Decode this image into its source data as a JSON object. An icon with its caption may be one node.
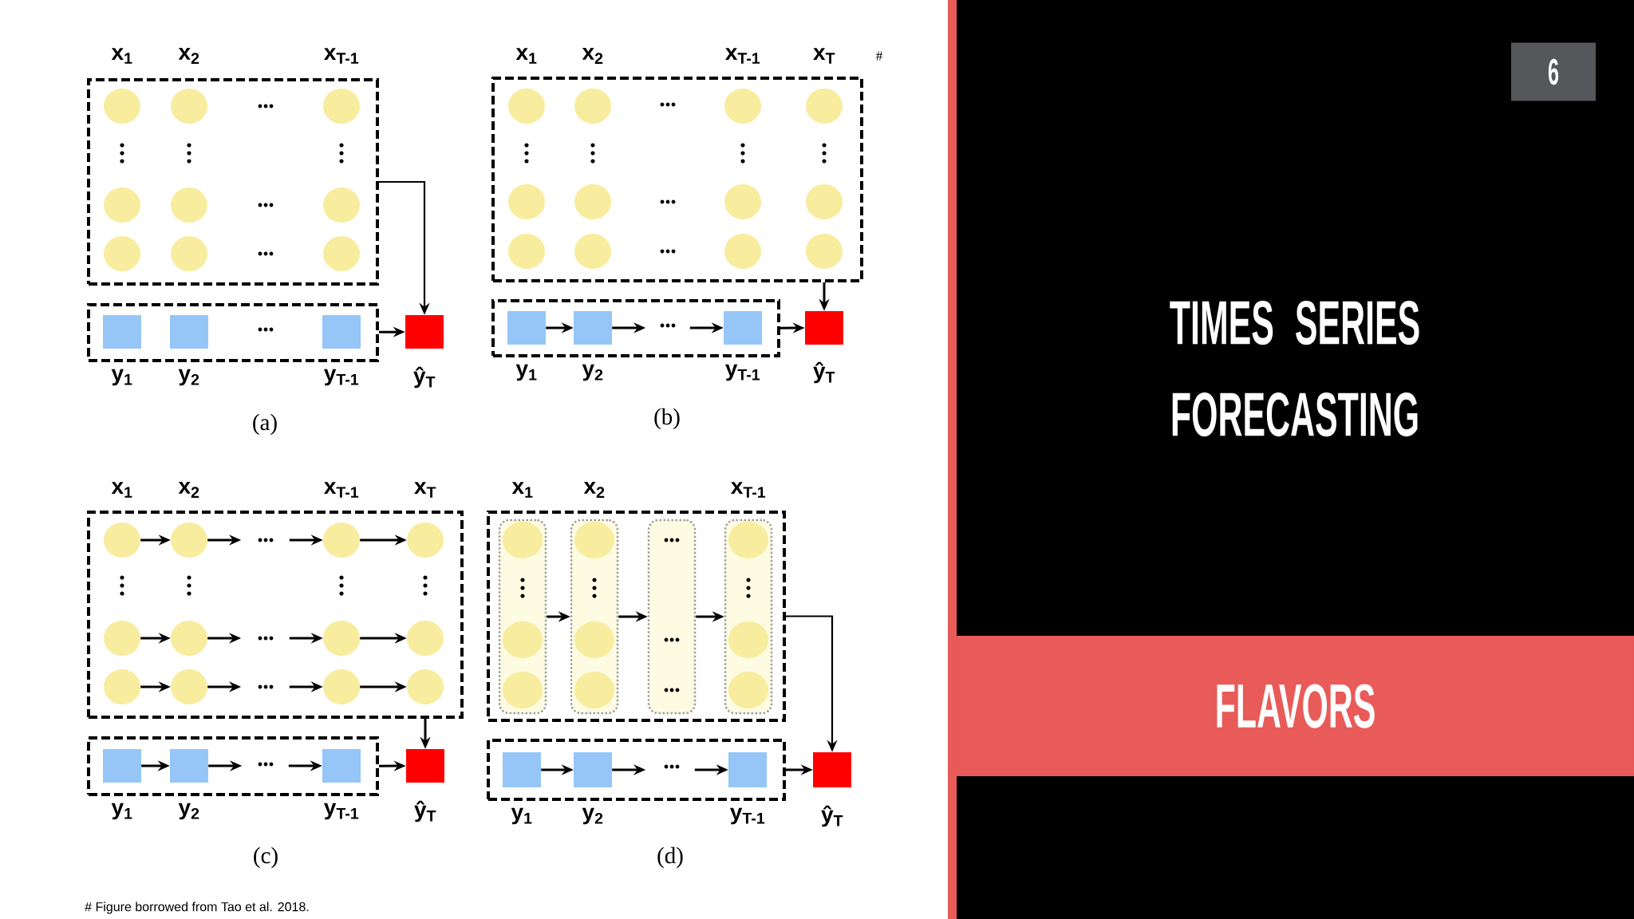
{
  "diagram": {
    "title": "TIMES SERIES FORECASTING",
    "nodes": [
      {
        "text": [],
        "shape": "box"
      },
      {
        "text": [],
        "shape": "circle",
        "in": 0
      },
      {
        "text": [],
        "shape": "circle",
        "in": 0
      },
      {
        "text": [],
        "shape": "circle",
        "in": 0
      },
      {
        "text": [],
        "shape": "circle",
        "in": 0
      },
      {
        "text": [],
        "shape": "circle",
        "in": 0
      },
      {
        "text": [],
        "shape": "circle",
        "in": 0
      },
      {
        "text": [],
        "shape": "circle",
        "in": 0
      },
      {
        "text": [],
        "shape": "circle",
        "in": 0
      },
      {
        "text": [],
        "shape": "circle",
        "in": 0
      },
      {
        "text": [],
        "shape": "box"
      },
      {
        "text": [],
        "shape": "box",
        "in": 10
      },
      {
        "text": [],
        "shape": "box",
        "in": 10
      },
      {
        "text": [],
        "shape": "box",
        "in": 10
      },
      {
        "text": [],
        "shape": "box"
      },
      {
        "text": [],
        "shape": "box"
      },
      {
        "text": [],
        "shape": "circle",
        "in": 15
      },
      {
        "text": [],
        "shape": "circle",
        "in": 15
      },
      {
        "text": [],
        "shape": "circle",
        "in": 15
      },
      {
        "text": [],
        "shape": "circle",
        "in": 15
      },
      {
        "text": [],
        "shape": "circle",
        "in": 15
      },
      {
        "text": [],
        "shape": "circle",
        "in": 15
      },
      {
        "text": [],
        "shape": "circle",
        "in": 15
      },
      {
        "text": [],
        "shape": "circle",
        "in": 15
      },
      {
        "text": [],
        "shape": "circle",
        "in": 15
      },
      {
        "text": [],
        "shape": "circle",
        "in": 15
      },
      {
        "text": [],
        "shape": "circle",
        "in": 15
      },
      {
        "text": [],
        "shape": "circle",
        "in": 15
      },
      {
        "text": [],
        "shape": "box"
      },
      {
        "text": [],
        "shape": "box",
        "in": 28
      },
      {
        "text": [],
        "shape": "box",
        "in": 28
      },
      {
        "text": [],
        "shape": "box",
        "in": 28
      },
      {
        "text": [],
        "shape": "box"
      },
      {
        "text": [],
        "shape": "box"
      },
      {
        "text": [],
        "shape": "circle",
        "in": 33
      },
      {
        "text": [],
        "shape": "circle",
        "in": 33
      },
      {
        "text": [],
        "shape": "circle",
        "in": 33
      },
      {
        "text": [],
        "shape": "circle",
        "in": 33
      },
      {
        "text": [],
        "shape": "circle",
        "in": 33
      },
      {
        "text": [],
        "shape": "circle",
        "in": 33
      },
      {
        "text": [],
        "shape": "circle",
        "in": 33
      },
      {
        "text": [],
        "shape": "circle",
        "in": 33
      },
      {
        "text": [],
        "shape": "circle",
        "in": 33
      },
      {
        "text": [],
        "shape": "circle",
        "in": 33
      },
      {
        "text": [],
        "shape": "circle",
        "in": 33
      },
      {
        "text": [],
        "shape": "circle",
        "in": 33
      },
      {
        "text": [],
        "shape": "box"
      },
      {
        "text": [],
        "shape": "box",
        "in": 46
      },
      {
        "text": [],
        "shape": "box",
        "in": 46
      },
      {
        "text": [],
        "shape": "box",
        "in": 46
      },
      {
        "text": [],
        "shape": "box"
      },
      {
        "text": [],
        "shape": "box"
      },
      {
        "text": [],
        "shape": "box",
        "in": 51
      },
      {
        "text": [],
        "shape": "circle",
        "in": 52
      },
      {
        "text": [],
        "shape": "circle",
        "in": 52
      },
      {
        "text": [],
        "shape": "circle",
        "in": 52
      },
      {
        "text": [],
        "shape": "box",
        "in": 51
      },
      {
        "text": [],
        "shape": "circle",
        "in": 56
      },
      {
        "text": [],
        "shape": "circle",
        "in": 56
      },
      {
        "text": [],
        "shape": "circle",
        "in": 56
      },
      {
        "text": [],
        "shape": "box",
        "in": 51
      },
      {
        "text": [],
        "shape": "box",
        "in": 51
      },
      {
        "text": [],
        "shape": "circle",
        "in": 61
      },
      {
        "text": [],
        "shape": "circle",
        "in": 61
      },
      {
        "text": [],
        "shape": "circle",
        "in": 61
      },
      {
        "text": [],
        "shape": "box"
      },
      {
        "text": [],
        "shape": "box",
        "in": 65
      },
      {
        "text": [],
        "shape": "box",
        "in": 65
      },
      {
        "text": [],
        "shape": "box",
        "in": 65
      },
      {
        "text": [],
        "shape": "box"
      },
      {
        "text": [
          "6"
        ]
      },
      {
        "text": [
          "FLAVORS"
        ]
      }
    ],
    "edges": [
      {
        "from": 0,
        "to": 14,
        "arrow": "to"
      },
      {
        "from": 10,
        "to": 14,
        "arrow": "to"
      },
      {
        "from": 29,
        "to": 30,
        "arrow": "to"
      },
      {
        "from": 30,
        "to": null,
        "arrow": "to"
      },
      {
        "from": null,
        "to": 31,
        "arrow": "to"
      },
      {
        "from": 28,
        "to": 32,
        "arrow": "to"
      },
      {
        "from": 15,
        "to": 32,
        "arrow": "to"
      },
      {
        "from": 34,
        "to": 35,
        "arrow": "to"
      },
      {
        "from": 35,
        "to": null,
        "arrow": "to"
      },
      {
        "from": null,
        "to": 36,
        "arrow": "to"
      },
      {
        "from": 36,
        "to": 37,
        "arrow": "to"
      },
      {
        "from": 38,
        "to": 39,
        "arrow": "to"
      },
      {
        "from": 39,
        "to": null,
        "arrow": "to"
      },
      {
        "from": null,
        "to": 40,
        "arrow": "to"
      },
      {
        "from": 40,
        "to": 41,
        "arrow": "to"
      },
      {
        "from": 42,
        "to": 43,
        "arrow": "to"
      },
      {
        "from": 43,
        "to": null,
        "arrow": "to"
      },
      {
        "from": null,
        "to": 44,
        "arrow": "to"
      },
      {
        "from": 44,
        "to": 45,
        "arrow": "to"
      },
      {
        "from": 47,
        "to": 48,
        "arrow": "to"
      },
      {
        "from": 48,
        "to": null,
        "arrow": "to"
      },
      {
        "from": null,
        "to": 49,
        "arrow": "to"
      },
      {
        "from": 46,
        "to": 50,
        "arrow": "to"
      },
      {
        "from": 33,
        "to": 50,
        "arrow": "to"
      },
      {
        "from": 52,
        "to": 56,
        "arrow": "to"
      },
      {
        "from": 56,
        "to": 60,
        "arrow": "to"
      },
      {
        "from": 60,
        "to": 61,
        "arrow": "to"
      },
      {
        "from": 66,
        "to": 67,
        "arrow": "to"
      },
      {
        "from": 67,
        "to": null,
        "arrow": "to"
      },
      {
        "from": null,
        "to": 68,
        "arrow": "to"
      },
      {
        "from": 65,
        "to": 69,
        "arrow": "to"
      },
      {
        "from": 51,
        "to": 69,
        "arrow": "to"
      }
    ],
    "labels": [
      "x$_{1}$",
      "x$_{2}$",
      "x$_{T-1}$",
      "y$_{1}$",
      "y$_{2}$",
      "y$_{T-1}$",
      "ŷ$_{T}$",
      "(a)",
      "x$_{1}$",
      "x$_{2}$",
      "x$_{T-1}$",
      "x$_{T}$",
      "#",
      "y$_{1}$",
      "y$_{2}$",
      "y$_{T-1}$",
      "ŷ$_{T}$",
      "(b)",
      "x$_{1}$",
      "x$_{2}$",
      "x$_{T-1}$",
      "x$_{T}$",
      "y$_{1}$",
      "y$_{2}$",
      "y$_{T-1}$",
      "ŷ$_{T}$",
      "(c)",
      "x$_{1}$",
      "x$_{2}$",
      "x$_{T-1}$",
      "y$_{1}$",
      "y$_{2}$",
      "y$_{T-1}$",
      "ŷ$_{T}$",
      "(d)",
      "# Figure borrowed from Tao et al. 2018."
    ]
  }
}
